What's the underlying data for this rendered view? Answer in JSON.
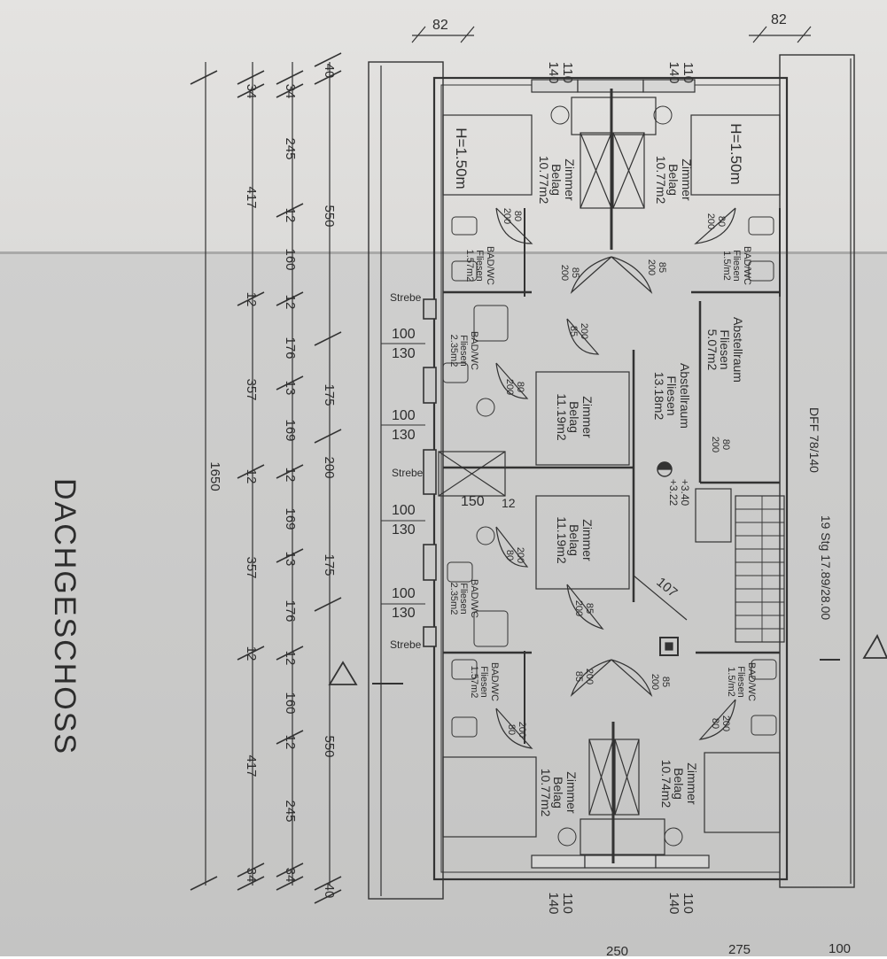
{
  "title": "DACHGESCHOSS",
  "rooms": {
    "zimmer_tl": {
      "name": "Zimmer",
      "floor": "Belag",
      "area": "10.77m2"
    },
    "zimmer_tr": {
      "name": "Zimmer",
      "floor": "Belag",
      "area": "10.77m2"
    },
    "zimmer_ml": {
      "name": "Zimmer",
      "floor": "Belag",
      "area": "11.19m2"
    },
    "zimmer_mm": {
      "name": "Zimmer",
      "floor": "Belag",
      "area": "11.19m2"
    },
    "zimmer_bl": {
      "name": "Zimmer",
      "floor": "Belag",
      "area": "10.77m2"
    },
    "zimmer_br": {
      "name": "Zimmer",
      "floor": "Belag",
      "area": "10.74m2"
    },
    "bad_tl": {
      "name": "BAD/WC",
      "floor": "Fliesen",
      "area": "1.57m2"
    },
    "bad_tr": {
      "name": "BAD/WC",
      "floor": "Fliesen",
      "area": "1.5/m2"
    },
    "bad_ml": {
      "name": "BAD/WC",
      "floor": "Fliesen",
      "area": "2.35m2"
    },
    "bad_mb": {
      "name": "BAD/WC",
      "floor": "Fliesen",
      "area": "2.35m2"
    },
    "bad_bl": {
      "name": "BAD/WC",
      "floor": "Fliesen",
      "area": "1.57m2"
    },
    "bad_br": {
      "name": "BAD/WC",
      "floor": "Fliesen",
      "area": "1.5/m2"
    },
    "abstell_1": {
      "name": "Abstellraum",
      "floor": "Fliesen",
      "area": "5.07m2"
    },
    "abstell_2": {
      "name": "Abstellraum",
      "floor": "Fliesen",
      "area": "13.18m2"
    }
  },
  "heights": {
    "tl": "H=1.50m",
    "tr": "H=1.50m"
  },
  "strebe": "Strebe",
  "level": {
    "upper": "+3.40",
    "lower": "+3.22"
  },
  "window": "DFF 78/140",
  "stair": "19 Stg 17.89/28.00",
  "door_dims": {
    "a": "80",
    "b": "200",
    "c": "85"
  },
  "dims": {
    "top_82": "82",
    "win_110": "110",
    "win_140": "140",
    "win_100": "100",
    "win_130": "130",
    "opening_150": "150",
    "t12": "12",
    "t107": "107",
    "chain_outer": [
      "40",
      "550",
      "175",
      "200",
      "175",
      "550",
      "40"
    ],
    "chain_mid": [
      "34",
      "245",
      "12",
      "160",
      "12",
      "176",
      "13",
      "169",
      "12",
      "169",
      "13",
      "176",
      "12",
      "160",
      "12",
      "245",
      "34"
    ],
    "chain_inner": [
      "34",
      "417",
      "12",
      "357",
      "12",
      "357",
      "12",
      "417",
      "34"
    ],
    "total": "1650",
    "bottom": [
      "250",
      "275",
      "100"
    ]
  }
}
